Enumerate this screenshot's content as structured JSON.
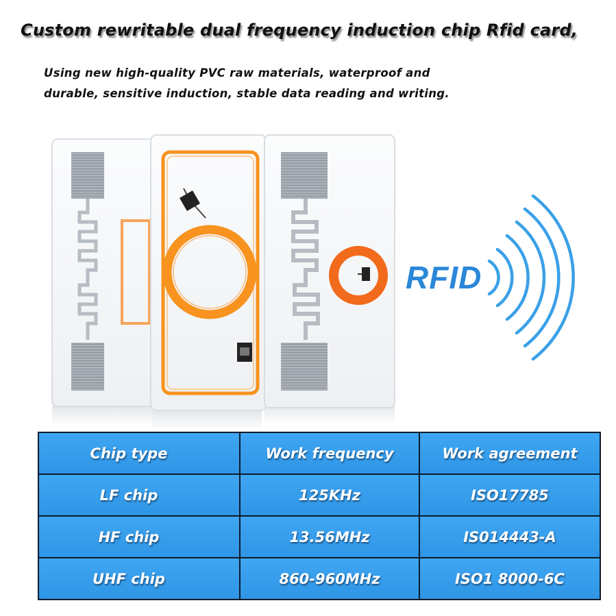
{
  "title": "Custom rewritable dual frequency induction chip Rfid card,",
  "subtitle": {
    "line1": "Using new high-quality PVC raw materials, waterproof and",
    "line2": "durable, sensitive induction, stable data reading and writing."
  },
  "graphic": {
    "label": "RFID",
    "colors": {
      "accent_blue": "#2b87d8",
      "wave_blue": "#3aa0e8",
      "antenna_orange": "#f7931e",
      "card_white": "#f8f9fb"
    }
  },
  "table": {
    "headers": [
      "Chip type",
      "Work frequency",
      "Work agreement"
    ],
    "rows": [
      [
        "LF chip",
        "125KHz",
        "ISO17785"
      ],
      [
        "HF chip",
        "13.56MHz",
        "IS014443-A"
      ],
      [
        "UHF chip",
        "860-960MHz",
        "ISO1 8000-6C"
      ]
    ],
    "colors": {
      "cell_bg": "#3a9ff0",
      "border": "#0d1b2a",
      "text": "#ffffff"
    }
  }
}
